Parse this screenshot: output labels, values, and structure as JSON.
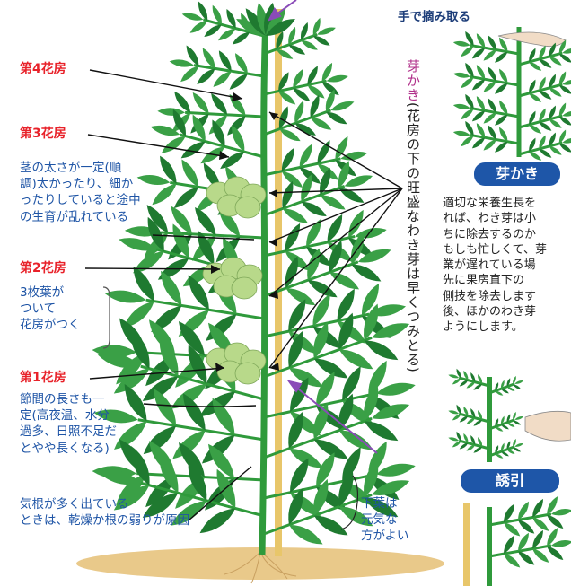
{
  "labels": {
    "truss4": "第4花房",
    "truss3": "第3花房",
    "truss2": "第2花房",
    "truss1": "第1花房",
    "stem_note": "茎の太さが一定(順\n調)太かったり、細か\nったりしていると途中\nの生育が乱れている",
    "three_leaves": "3枚葉が\nついて\n花房がつく",
    "internode_note": "節間の長さも一\n定(高夜温、水分\n過多、日照不足だ\nとやや長くなる)",
    "aerial_roots": "気根が多く出ている\nときは、乾燥か根の弱りが原因",
    "lower_leaves": "下葉は\n元気な\n方がよい",
    "pinch_by_hand": "手で摘み取る",
    "vertical_note_head": "芽かき",
    "vertical_note_body": "(花房の下の旺盛なわき芽は早くつみとる)"
  },
  "sections": {
    "bud_removal_title": "芽かき",
    "bud_removal_text": "適切な栄養生長を\nれば、わき芽は小\nちに除去するのか\nもしも忙しくて、芽\n業が遅れている場\n先に果房直下の\n側技を除去します\n後、ほかのわき芽\nようにします。",
    "training_title": "誘引"
  },
  "colors": {
    "stem": "#2f9a3b",
    "leaf": "#3aa046",
    "leaf_dark": "#1f7a30",
    "fruit": "#b8d98a",
    "stake": "#e8c66a",
    "soil": "#e9c98a",
    "label_red": "#e8222a",
    "label_blue": "#1f55a6",
    "badge": "#1e56a8",
    "arrow_purple": "#8a4bb8"
  }
}
